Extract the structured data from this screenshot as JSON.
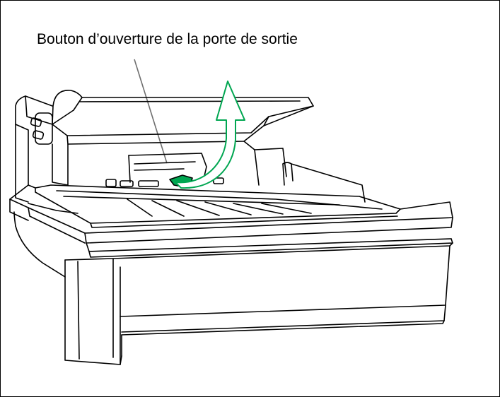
{
  "figure": {
    "callout_label": "Bouton d’ouverture de la porte de sortie"
  },
  "colors": {
    "line": "#000000",
    "leader_line": "#6f6f6f",
    "arrow_accent": "#00a651",
    "background": "#ffffff"
  },
  "icons": {
    "device": "scanner-illustration",
    "motion_arrow": "curved-up-arrow"
  }
}
